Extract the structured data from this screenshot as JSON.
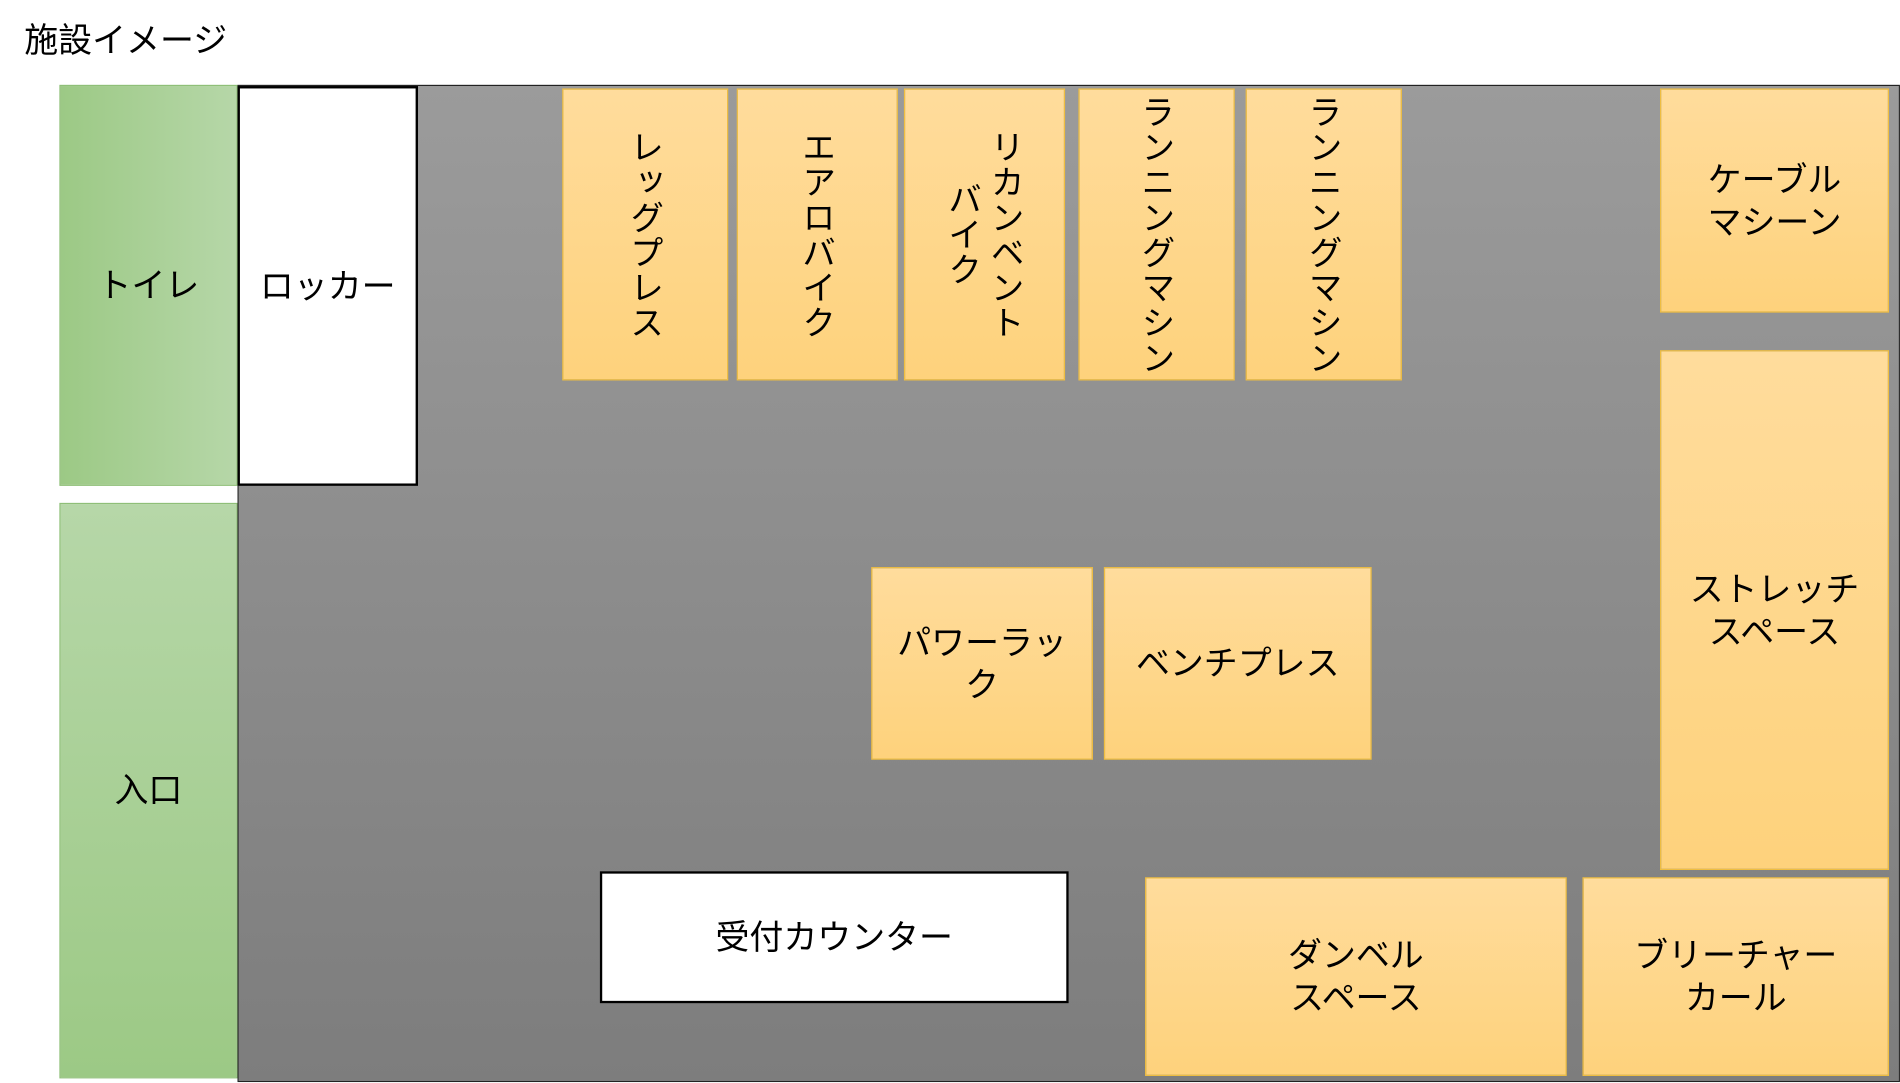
{
  "title": "施設イメージ",
  "areas": {
    "toilet": "トイレ",
    "entrance": "入口",
    "locker": "ロッカー",
    "leg_press": "レッグプレス",
    "aero_bike": "エアロバイク",
    "recumbent_bike": "リカンベント\nバイク",
    "running_machine_1": "ランニングマシン",
    "running_machine_2": "ランニングマシン",
    "cable_machine": "ケーブル\nマシーン",
    "stretch_space": "ストレッチ\nスペース",
    "power_rack": "パワーラッ\nク",
    "bench_press": "ベンチプレス",
    "reception": "受付カウンター",
    "dumbbell_space": "ダンベル\nスペース",
    "preacher_curl": "ブリーチャー\nカール"
  },
  "colors": {
    "equipment": "#fed27c",
    "green": "#9cc985",
    "floor": "#8a8a8a"
  }
}
